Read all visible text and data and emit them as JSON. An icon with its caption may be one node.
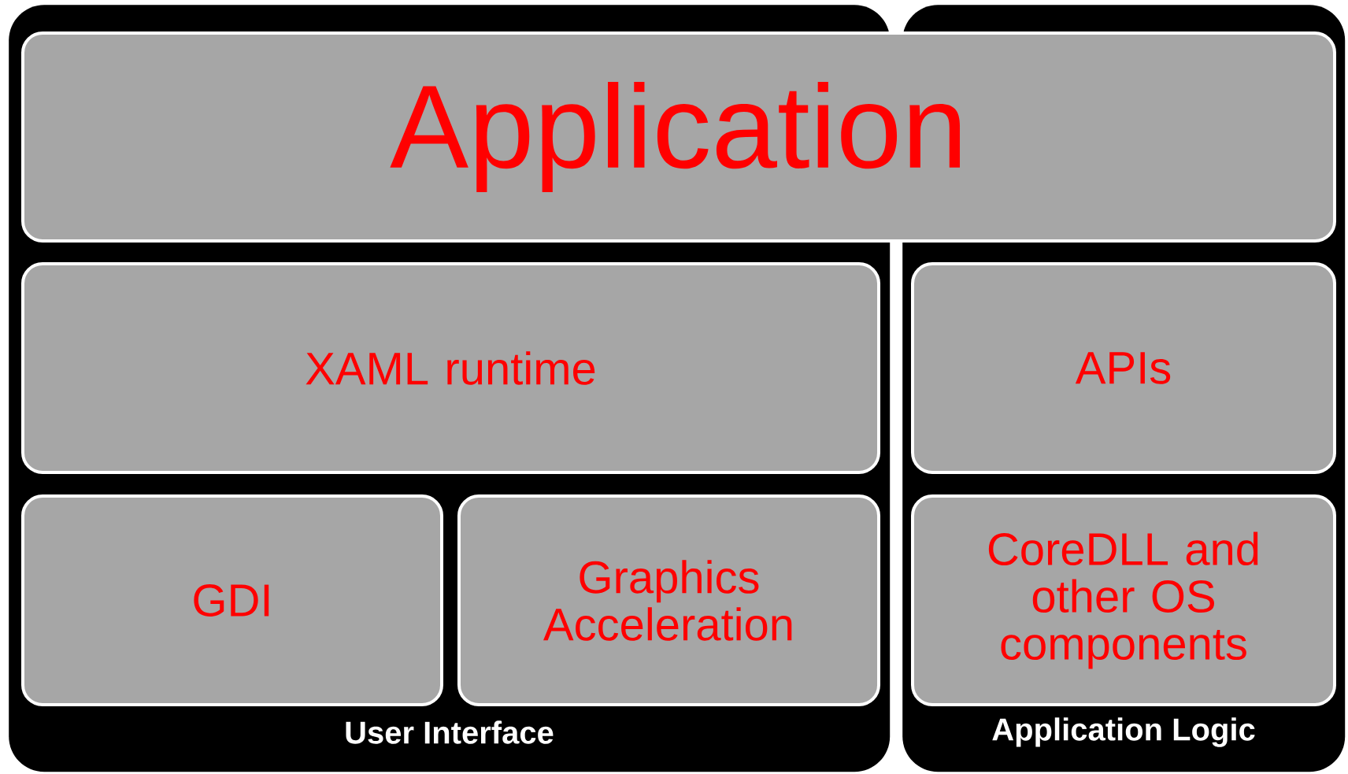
{
  "diagram": {
    "nodes": [
      {
        "text": [
          "User Interface"
        ]
      },
      {
        "text": [
          "Application Logic"
        ]
      },
      {
        "text": [
          "Application"
        ]
      },
      {
        "text": [
          "XAML runtime"
        ],
        "in": 0
      },
      {
        "text": [
          "GDI"
        ],
        "in": 0
      },
      {
        "text": [
          "Graphics Acceleration"
        ],
        "in": 0
      },
      {
        "text": [
          "APIs"
        ],
        "in": 1
      },
      {
        "text": [
          "CoreDLL and other OS components"
        ],
        "in": 1
      }
    ]
  }
}
